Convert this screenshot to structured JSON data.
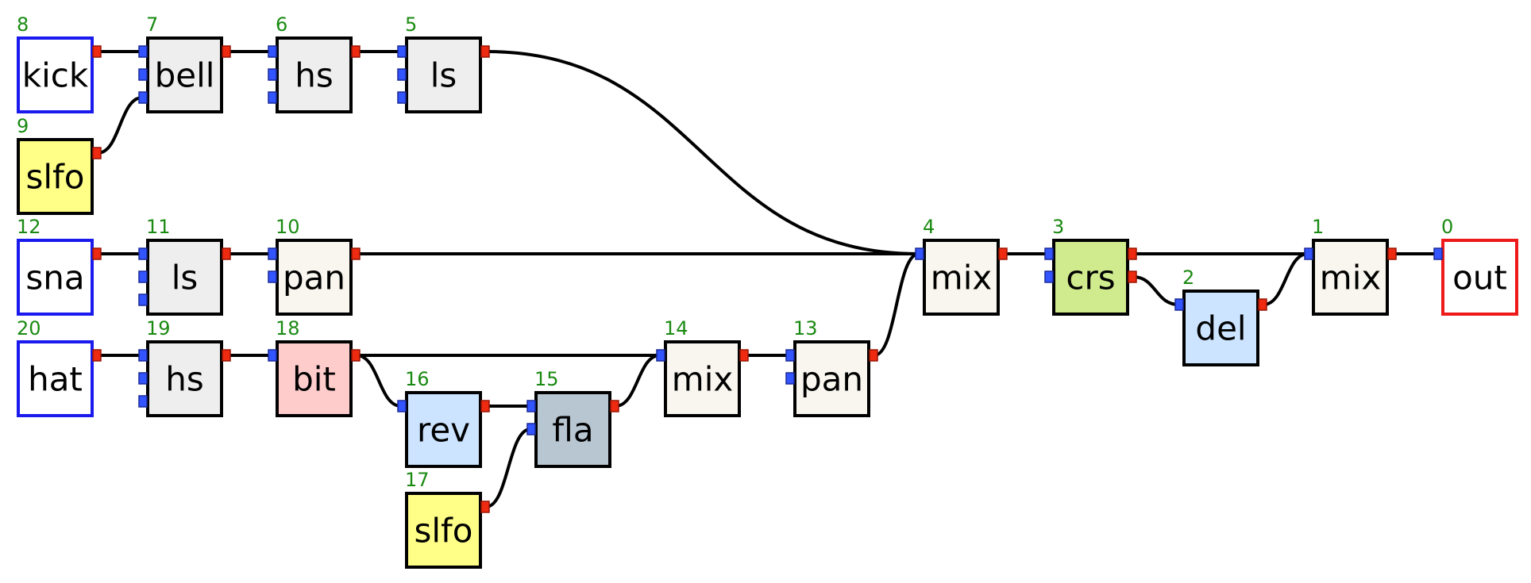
{
  "colors": {
    "external_border": "#1a1aee",
    "output_border": "#ee1a1a",
    "filter_fill": "#eeeeee",
    "mix_fill": "#f8f6ee",
    "lfo_fill": "#ffff88",
    "bit_fill": "#ffcccc",
    "blue_fill": "#cce4ff",
    "fla_fill": "#b8c6d2",
    "crs_fill": "#cfeb8e",
    "index_text": "#1a8a12",
    "input_pin": "#3355ff",
    "output_pin": "#ee2a10"
  },
  "nodes": [
    {
      "id": "kick",
      "index": "8",
      "label": "kick",
      "fill": "#ffffff",
      "border": "#1a1aee"
    },
    {
      "id": "bell",
      "index": "7",
      "label": "bell",
      "fill": "#eeeeee",
      "border": "#000000"
    },
    {
      "id": "hs1",
      "index": "6",
      "label": "hs",
      "fill": "#eeeeee",
      "border": "#000000"
    },
    {
      "id": "ls1",
      "index": "5",
      "label": "ls",
      "fill": "#eeeeee",
      "border": "#000000"
    },
    {
      "id": "slfo1",
      "index": "9",
      "label": "slfo",
      "fill": "#ffff88",
      "border": "#000000"
    },
    {
      "id": "sna",
      "index": "12",
      "label": "sna",
      "fill": "#ffffff",
      "border": "#1a1aee"
    },
    {
      "id": "ls2",
      "index": "11",
      "label": "ls",
      "fill": "#eeeeee",
      "border": "#000000"
    },
    {
      "id": "pan1",
      "index": "10",
      "label": "pan",
      "fill": "#f8f6ee",
      "border": "#000000"
    },
    {
      "id": "hat",
      "index": "20",
      "label": "hat",
      "fill": "#ffffff",
      "border": "#1a1aee"
    },
    {
      "id": "hs2",
      "index": "19",
      "label": "hs",
      "fill": "#eeeeee",
      "border": "#000000"
    },
    {
      "id": "bit",
      "index": "18",
      "label": "bit",
      "fill": "#ffcccc",
      "border": "#000000"
    },
    {
      "id": "rev",
      "index": "16",
      "label": "rev",
      "fill": "#cce4ff",
      "border": "#000000"
    },
    {
      "id": "fla",
      "index": "15",
      "label": "fla",
      "fill": "#b8c6d2",
      "border": "#000000"
    },
    {
      "id": "slfo2",
      "index": "17",
      "label": "slfo",
      "fill": "#ffff88",
      "border": "#000000"
    },
    {
      "id": "mix14",
      "index": "14",
      "label": "mix",
      "fill": "#f8f6ee",
      "border": "#000000"
    },
    {
      "id": "pan13",
      "index": "13",
      "label": "pan",
      "fill": "#f8f6ee",
      "border": "#000000"
    },
    {
      "id": "mix4",
      "index": "4",
      "label": "mix",
      "fill": "#f8f6ee",
      "border": "#000000"
    },
    {
      "id": "crs",
      "index": "3",
      "label": "crs",
      "fill": "#cfeb8e",
      "border": "#000000"
    },
    {
      "id": "del",
      "index": "2",
      "label": "del",
      "fill": "#cce4ff",
      "border": "#000000"
    },
    {
      "id": "mix1",
      "index": "1",
      "label": "mix",
      "fill": "#f8f6ee",
      "border": "#000000"
    },
    {
      "id": "out",
      "index": "0",
      "label": "out",
      "fill": "#ffffff",
      "border": "#ee1a1a"
    }
  ],
  "edges": [
    [
      "kick",
      0,
      "bell",
      0
    ],
    [
      "slfo1",
      0,
      "bell",
      2
    ],
    [
      "bell",
      0,
      "hs1",
      0
    ],
    [
      "hs1",
      0,
      "ls1",
      0
    ],
    [
      "ls1",
      0,
      "mix4",
      0
    ],
    [
      "sna",
      0,
      "ls2",
      0
    ],
    [
      "ls2",
      0,
      "pan1",
      0
    ],
    [
      "pan1",
      0,
      "mix4",
      0
    ],
    [
      "hat",
      0,
      "hs2",
      0
    ],
    [
      "hs2",
      0,
      "bit",
      0
    ],
    [
      "bit",
      0,
      "mix14",
      0
    ],
    [
      "bit",
      0,
      "rev",
      0
    ],
    [
      "rev",
      0,
      "fla",
      0
    ],
    [
      "slfo2",
      0,
      "fla",
      1
    ],
    [
      "fla",
      0,
      "mix14",
      0
    ],
    [
      "mix14",
      0,
      "pan13",
      0
    ],
    [
      "pan13",
      0,
      "mix4",
      0
    ],
    [
      "mix4",
      0,
      "crs",
      0
    ],
    [
      "crs",
      0,
      "mix1",
      0
    ],
    [
      "crs",
      1,
      "del",
      0
    ],
    [
      "del",
      0,
      "mix1",
      0
    ],
    [
      "mix1",
      0,
      "out",
      0
    ]
  ]
}
